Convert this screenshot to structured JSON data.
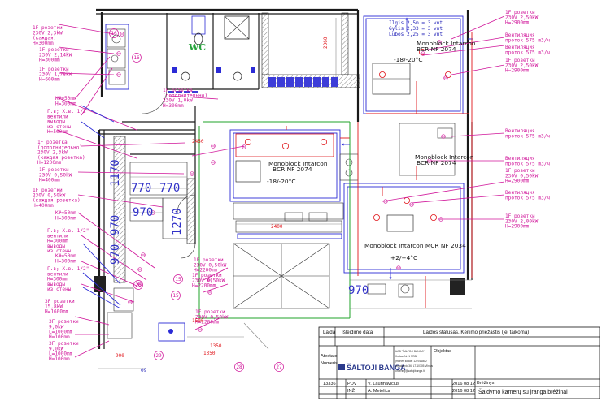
{
  "left_notes": {
    "socket_group_1": [
      "1F розетки",
      "230V 2,3kW",
      "(каждая)",
      "H=300mm"
    ],
    "socket_group_2": [
      "1F розетки",
      "230V 2,14kW",
      "H=300mm"
    ],
    "socket_group_3": [
      "1F розетки",
      "230V 1,78kW",
      "H=600mm"
    ],
    "k_main_1": [
      "K#=50mm",
      "H=300mm"
    ],
    "valves_1": [
      "Г.в; Х.в. 1/2\"",
      "вентили",
      "выводы",
      "из стены",
      "H=500mm"
    ],
    "socket_add_1": [
      "1F розетка",
      "(дополнительно)",
      "230V 2,3kW",
      "(каждая розетка)",
      "H=1200mm"
    ],
    "socket_group_4": [
      "1F розетки",
      "230V 0,50kW",
      "H=400mm"
    ],
    "socket_group_5": [
      "1F розетки",
      "230V 0,50kW",
      "(каждая розетка)",
      "H=400mm"
    ],
    "k_main_2": [
      "K#=50mm",
      "H=300mm"
    ],
    "valves_2": [
      "Г.в; Х.в. 1/2\"",
      "вентили",
      "H=300mm",
      "выводы",
      "из стены"
    ],
    "k_main_3": [
      "K#=50mm",
      "H=300mm"
    ],
    "valves_3": [
      "Г.в; Х.в. 1/2\"",
      "вентили",
      "H=300mm",
      "выводы",
      "из стены"
    ],
    "power_3f_1": [
      "3F розетки",
      "15,8kW",
      "H=1600mm"
    ],
    "power_3f_2": [
      "3F розетки",
      "9,0kW",
      "L=1000mm",
      "H=100mm"
    ],
    "power_3f_3": [
      "3F розетки",
      "9,0kW",
      "L=1000mm",
      "H=100mm"
    ]
  },
  "center_notes": {
    "socket_add_center": [
      "1F розетка",
      "(дополнительно)",
      "230V 1,0kW",
      "H=300mm"
    ],
    "socket_mid_1": [
      "1F розетки",
      "230V 0,50kW",
      "H=2200mm"
    ],
    "socket_mid_2": [
      "1F розетки",
      "230V 0,50kW",
      "H=2200mm"
    ],
    "socket_bottom": [
      "1F розетки",
      "230V 0,50kW",
      "H=2200mm"
    ]
  },
  "right_notes": {
    "socket_top": [
      "1F розетки",
      "230V 2,50kW",
      "H=2900mm"
    ],
    "vent_1": [
      "Вентиляция",
      "проток 575 m3/ч"
    ],
    "vent_2": [
      "Вентиляция",
      "проток 575 m3/ч"
    ],
    "socket_top2": [
      "1F розетки",
      "230V 2,50kW",
      "H=2900mm"
    ],
    "vent_3": [
      "Вентиляция",
      "проток 575 m3/ч"
    ],
    "vent_4": [
      "Вентиляция",
      "проток 575 m3/ч"
    ],
    "socket_mid": [
      "1F розетки",
      "230V 0,50kW",
      "H=2900mm"
    ],
    "vent_5": [
      "Вентиляция",
      "проток 575 m3/ч"
    ],
    "socket_low": [
      "1F розетки",
      "230V 2,00kW",
      "H=2900mm"
    ]
  },
  "rooms": {
    "wc": "WC",
    "cold_room_top": {
      "dims": [
        "Ilgis 2,5m = 3 vnt",
        "Gylis 2,33 = 3 vnt",
        "Lubos 2,25 = 3 vnt"
      ],
      "temp": "-18/-20°C",
      "unit": [
        "Monoblock Intarcon",
        "BCR NF 2074"
      ]
    },
    "cold_room_center": {
      "unit": [
        "Monoblock Intarcon",
        "BCR NF 2074"
      ],
      "temp": "-18/-20°C"
    },
    "cold_room_right": {
      "unit": "Monoblock Intarcon MCR NF 2034",
      "temp": "+2/+4°C"
    },
    "mid_unit": [
      "Monoblock Intarcon",
      "BCR NF 2074"
    ]
  },
  "dimensions": {
    "d1170": "1170",
    "d770a": "770",
    "d770b": "770",
    "d970a": "970",
    "d1270": "1270",
    "d970v1": "970",
    "d970v2": "970",
    "d970b": "970",
    "d1506": "1506",
    "d1350": "1350",
    "d2400": "2400",
    "d2450": "2450",
    "d2060": "2060",
    "d900": "900",
    "d09": "09",
    "d1350b": "1350"
  },
  "markers": [
    "16",
    "16",
    "26",
    "15",
    "15",
    "29",
    "28",
    "27"
  ],
  "title_block": {
    "col_lalda": "Lalda",
    "col_data": "Išleidimo data",
    "col_status": "Laidos statusas. Keitimo priežastis (jei taikoma)",
    "atestato_label": "Atestato",
    "numeris_label": "Numeris",
    "company_name": "ŠALTOJI BANGA",
    "company_small": [
      "UAB \"ŠALTOJI BANGA\"",
      "Kodas: Nr. 1 FR88",
      "Įmonės kodas: 122016882",
      "Antakalnio 36, LT-10305 Vilnius",
      "ordering@saltojibanga.lt"
    ],
    "objektas_label": "Objektas",
    "number": "13336",
    "role_1": "PDV",
    "role_2": "INŽ",
    "person_1": "V. Laurinavičius",
    "person_2": "A. Metelica",
    "date_1": "2016 08 12",
    "date_2": "2016 08 12",
    "brezinys_label": "Brėžinys",
    "drawing_title": "Šaldymo kamerų su įranga brėžinai"
  }
}
